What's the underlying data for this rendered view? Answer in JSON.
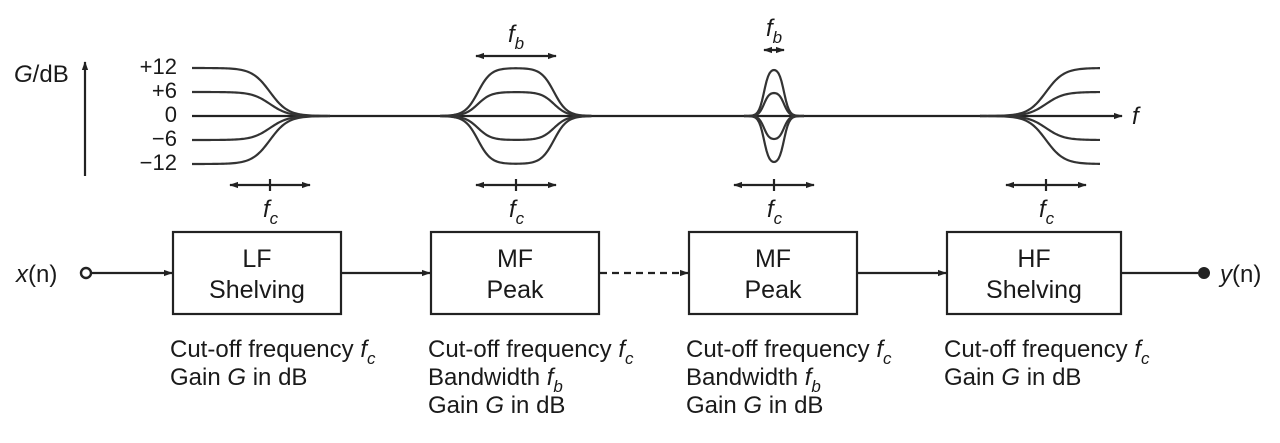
{
  "gain_axis": {
    "symbol": "G",
    "unit": "/dB",
    "tick_labels": [
      "+12",
      "+6",
      "0",
      "−6",
      "−12"
    ],
    "gains_db": [
      12,
      6,
      0,
      -6,
      -12
    ]
  },
  "freq_axis_label": "f",
  "fc_label": "f",
  "fc_sub": "c",
  "fb_label": "f",
  "fb_sub": "b",
  "input": {
    "sym": "x",
    "arg": "(n)"
  },
  "output": {
    "sym": "y",
    "arg": "(n)"
  },
  "blocks": [
    {
      "line1": "LF",
      "line2": "Shelving",
      "desc": [
        {
          "pre": "Cut-off frequency ",
          "it": "f",
          "sub": "c",
          "post": ""
        },
        {
          "pre": "Gain ",
          "it": "G",
          "sub": "",
          "post": " in dB"
        }
      ]
    },
    {
      "line1": "MF",
      "line2": "Peak",
      "desc": [
        {
          "pre": "Cut-off frequency ",
          "it": "f",
          "sub": "c",
          "post": ""
        },
        {
          "pre": "Bandwidth ",
          "it": "f",
          "sub": "b",
          "post": ""
        },
        {
          "pre": "Gain ",
          "it": "G",
          "sub": "",
          "post": " in dB"
        }
      ]
    },
    {
      "line1": "MF",
      "line2": "Peak",
      "desc": [
        {
          "pre": "Cut-off frequency ",
          "it": "f",
          "sub": "c",
          "post": ""
        },
        {
          "pre": "Bandwidth ",
          "it": "f",
          "sub": "b",
          "post": ""
        },
        {
          "pre": "Gain ",
          "it": "G",
          "sub": "",
          "post": " in dB"
        }
      ]
    },
    {
      "line1": "HF",
      "line2": "Shelving",
      "desc": [
        {
          "pre": "Cut-off frequency ",
          "it": "f",
          "sub": "c",
          "post": ""
        },
        {
          "pre": "Gain ",
          "it": "G",
          "sub": "",
          "post": " in dB"
        }
      ]
    }
  ],
  "colors": {
    "ink": "#222222",
    "background": "#ffffff"
  }
}
